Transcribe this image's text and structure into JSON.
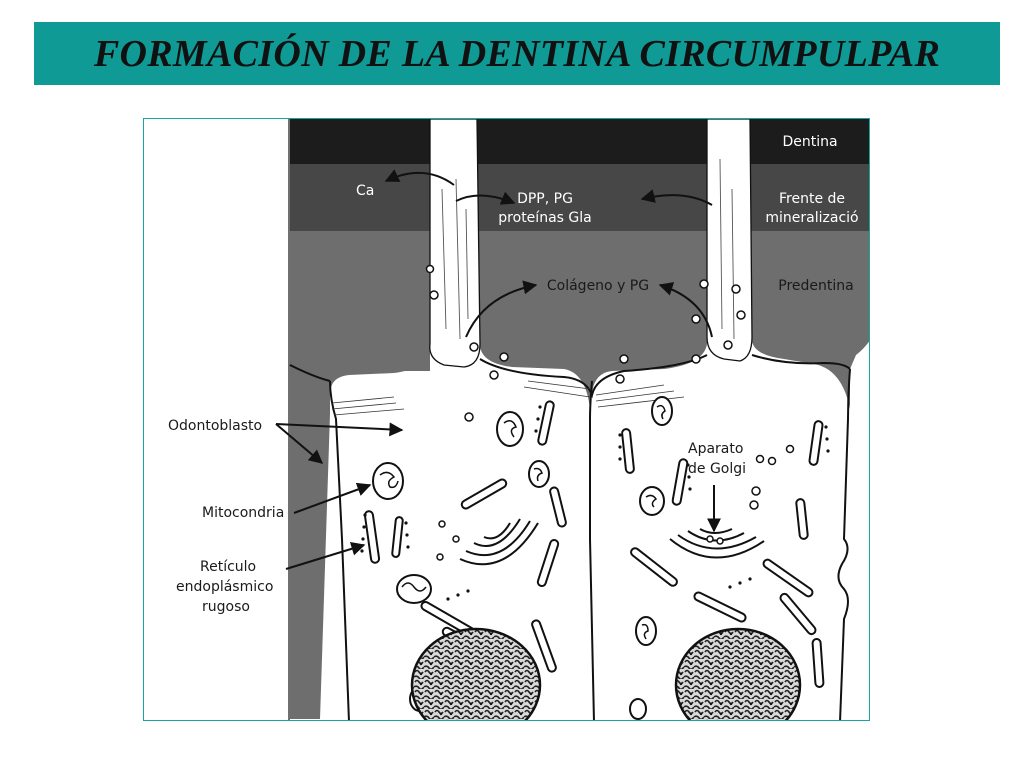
{
  "title": "FORMACIÓN DE LA DENTINA CIRCUMPULPAR",
  "labels": {
    "ca": "Ca",
    "dpp_pg": "DPP, PG",
    "proteinas_gla": "proteínas Gla",
    "dentina": "Dentina",
    "frente_de": "Frente de",
    "mineralizacion": "mineralizació",
    "colageno_pg": "Colágeno y PG",
    "predentina": "Predentina",
    "odontoblasto": "Odontoblasto",
    "mitocondria": "Mitocondria",
    "reticulo_1": "Retículo",
    "reticulo_2": "endoplásmico",
    "reticulo_3": "rugoso",
    "golgi_1": "Aparato",
    "golgi_2": "de Golgi"
  },
  "colors": {
    "title_bar": "#0f9a96",
    "dentin": "#1c1c1c",
    "mineralization_front": "#474747",
    "predentin": "#6e6e6e",
    "frame_border": "#1aa3a3"
  }
}
